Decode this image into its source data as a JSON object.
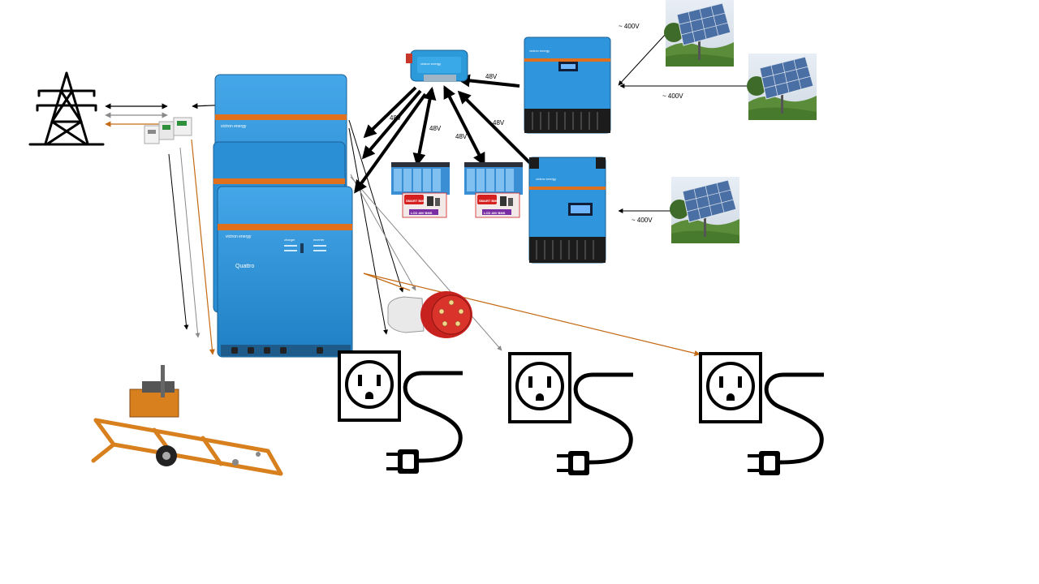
{
  "labels": {
    "v400_top": "~ 400V",
    "v400_mid": "~ 400V",
    "v400_bottom": "~ 400V",
    "v48_controller": "48V",
    "v48_a": "48V",
    "v48_b": "48V",
    "v48_c": "48V",
    "v48_d": "48V"
  },
  "devices": {
    "brand": "victron energy",
    "inverter_model": "Quattro",
    "inverter_charger": "charger",
    "inverter_inverter": "inverter",
    "battery_bms": "SMART BMS",
    "battery_spec": "LCD 48V BMS"
  },
  "colors": {
    "victron_blue": "#2e95d8",
    "accent_orange": "#e0701e",
    "wire_black": "#000000",
    "wire_grey": "#8a8a8a",
    "wire_orange": "#c46a14",
    "panel_blue": "#4a6fa5",
    "grass": "#5b8c3a",
    "sawmill_orange": "#d8801e"
  },
  "icons": [
    "power-pylon-icon",
    "energy-meter-icon",
    "solar-panel-icon",
    "battery-pack-icon",
    "ac-outlet-icon",
    "power-plug-icon",
    "cee-plug-icon",
    "sawmill-icon"
  ]
}
